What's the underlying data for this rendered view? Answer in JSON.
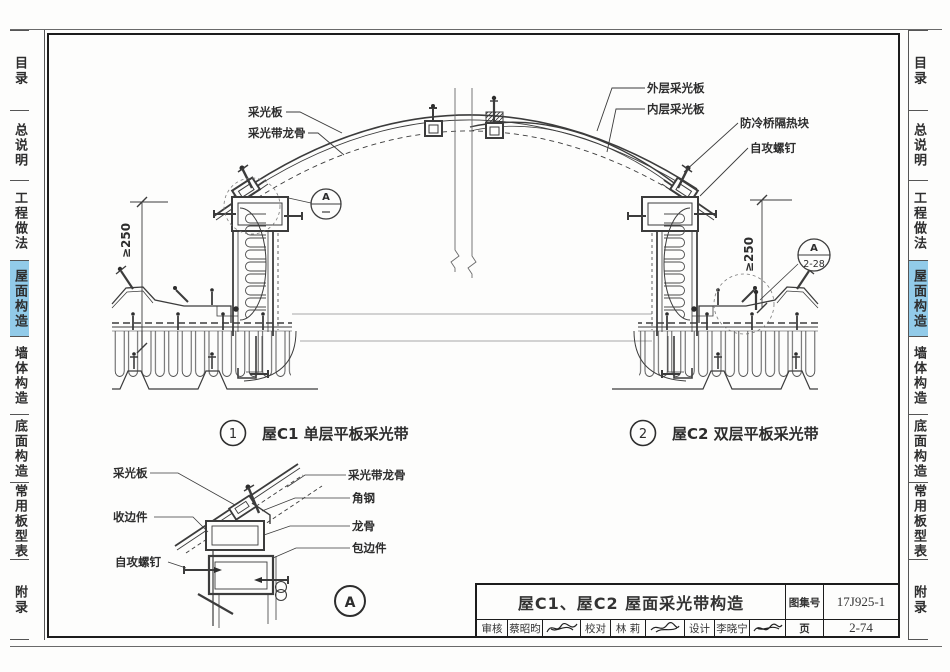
{
  "sidebar": {
    "active_color": "#92cbe9",
    "items": [
      {
        "label": "目录"
      },
      {
        "label": "总说明"
      },
      {
        "label": "工程做法"
      },
      {
        "label": "屋面构造",
        "active": true
      },
      {
        "label": "墙体构造"
      },
      {
        "label": "底面构造"
      },
      {
        "label": "常用板型表"
      },
      {
        "label": "附录"
      }
    ]
  },
  "drawing": {
    "arch_labels": {
      "panel": "采光板",
      "band_frame": "采光带龙骨",
      "outer_panel": "外层采光板",
      "inner_panel": "内层采光板",
      "thermal_block": "防冷桥隔热块",
      "screw": "自攻螺钉"
    },
    "dims": {
      "left": "≥250",
      "right": "≥250"
    },
    "refs": {
      "ref1_letter": "A",
      "ref2_letter": "A",
      "ref2_sheet": "2-28",
      "detail_bubble": "A"
    },
    "figures": [
      {
        "num": "1",
        "caption": "屋C1  单层平板采光带"
      },
      {
        "num": "2",
        "caption": "屋C2  双层平板采光带"
      }
    ],
    "detail_labels": {
      "panel": "采光板",
      "edge_trim": "收边件",
      "screw": "自攻螺钉",
      "band_frame": "采光带龙骨",
      "angle_steel": "角钢",
      "frame": "龙骨",
      "wrap_trim": "包边件"
    }
  },
  "title_block": {
    "title": "屋C1、屋C2  屋面采光带构造",
    "atlas_label": "图集号",
    "atlas_no": "17J925-1",
    "page_label": "页",
    "page_no": "2-74",
    "audit_label": "审核",
    "audit_name": "蔡昭昀",
    "proof_label": "校对",
    "proof_name": "林 莉",
    "design_label": "设计",
    "design_name": "李晓宁"
  }
}
